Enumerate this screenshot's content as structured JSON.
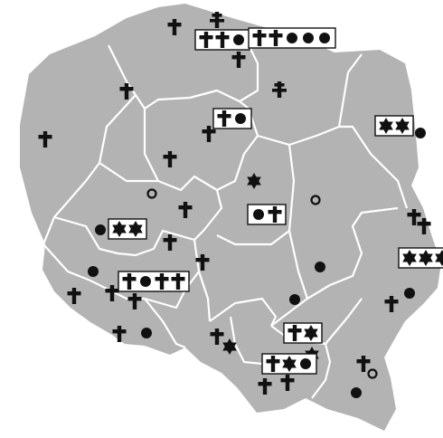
{
  "map": {
    "land_color": "#b3b3b3",
    "border_color": "#ffffff",
    "marker_color": "#111111",
    "box_fill": "#ffffff",
    "box_stroke": "#111111"
  },
  "legend_symbols": [
    {
      "key": "cross",
      "icon": "latin-cross-icon"
    },
    {
      "key": "dot",
      "icon": "filled-circle-icon"
    },
    {
      "key": "ring",
      "icon": "open-circle-icon"
    },
    {
      "key": "star",
      "icon": "six-pointed-star-icon"
    },
    {
      "key": "double",
      "icon": "cross-of-lorraine-icon"
    }
  ],
  "markers": [
    {
      "type": "double",
      "region": "pomorskie"
    },
    {
      "type": "cross",
      "region": "pomorskie"
    },
    {
      "type": "cross",
      "region": "pomorskie"
    },
    {
      "type": "cross",
      "region": "pomorskie"
    },
    {
      "type": "cross",
      "region": "zachodniopomorskie"
    },
    {
      "type": "cross",
      "region": "zachodniopomorskie"
    },
    {
      "type": "double",
      "region": "warminsko-mazurskie"
    },
    {
      "type": "cross",
      "region": "kujawsko-pomorskie"
    },
    {
      "type": "dot",
      "region": "podlaskie"
    },
    {
      "type": "star",
      "region": "mazowieckie"
    },
    {
      "type": "ring",
      "region": "wielkopolskie"
    },
    {
      "type": "cross",
      "region": "wielkopolskie"
    },
    {
      "type": "cross",
      "region": "wielkopolskie"
    },
    {
      "type": "dot",
      "region": "wielkopolskie"
    },
    {
      "type": "ring",
      "region": "mazowieckie"
    },
    {
      "type": "cross",
      "region": "lubelskie"
    },
    {
      "type": "cross",
      "region": "lubelskie"
    },
    {
      "type": "cross",
      "region": "lodzkie"
    },
    {
      "type": "dot",
      "region": "mazowieckie"
    },
    {
      "type": "dot",
      "region": "dolnoslaskie"
    },
    {
      "type": "cross",
      "region": "dolnoslaskie"
    },
    {
      "type": "cross",
      "region": "dolnoslaskie"
    },
    {
      "type": "cross",
      "region": "dolnoslaskie"
    },
    {
      "type": "dot",
      "region": "swietokrzyskie"
    },
    {
      "type": "dot",
      "region": "lubelskie"
    },
    {
      "type": "cross",
      "region": "lubelskie"
    },
    {
      "type": "cross",
      "region": "dolnoslaskie"
    },
    {
      "type": "dot",
      "region": "opolskie"
    },
    {
      "type": "cross",
      "region": "slaskie"
    },
    {
      "type": "star",
      "region": "slaskie"
    },
    {
      "type": "star",
      "region": "malopolskie"
    },
    {
      "type": "cross",
      "region": "podkarpackie"
    },
    {
      "type": "ring",
      "region": "podkarpackie"
    },
    {
      "type": "cross",
      "region": "malopolskie"
    },
    {
      "type": "cross",
      "region": "malopolskie"
    },
    {
      "type": "dot",
      "region": "podkarpackie"
    }
  ],
  "groups": [
    {
      "region": "pomorskie",
      "symbols": [
        "cross",
        "cross",
        "dot"
      ]
    },
    {
      "region": "pomorskie",
      "symbols": [
        "cross",
        "cross",
        "dot",
        "dot",
        "dot"
      ]
    },
    {
      "region": "kujawsko-pomorskie",
      "symbols": [
        "cross",
        "dot"
      ]
    },
    {
      "region": "podlaskie",
      "symbols": [
        "star",
        "star"
      ]
    },
    {
      "region": "lodzkie",
      "symbols": [
        "dot",
        "cross"
      ]
    },
    {
      "region": "wielkopolskie",
      "symbols": [
        "star",
        "star"
      ]
    },
    {
      "region": "lubelskie",
      "symbols": [
        "star",
        "star",
        "star"
      ]
    },
    {
      "region": "dolnoslaskie",
      "symbols": [
        "cross",
        "dot",
        "cross",
        "cross"
      ]
    },
    {
      "region": "malopolskie",
      "symbols": [
        "cross",
        "star"
      ]
    },
    {
      "region": "malopolskie",
      "symbols": [
        "cross",
        "star",
        "dot"
      ]
    }
  ]
}
